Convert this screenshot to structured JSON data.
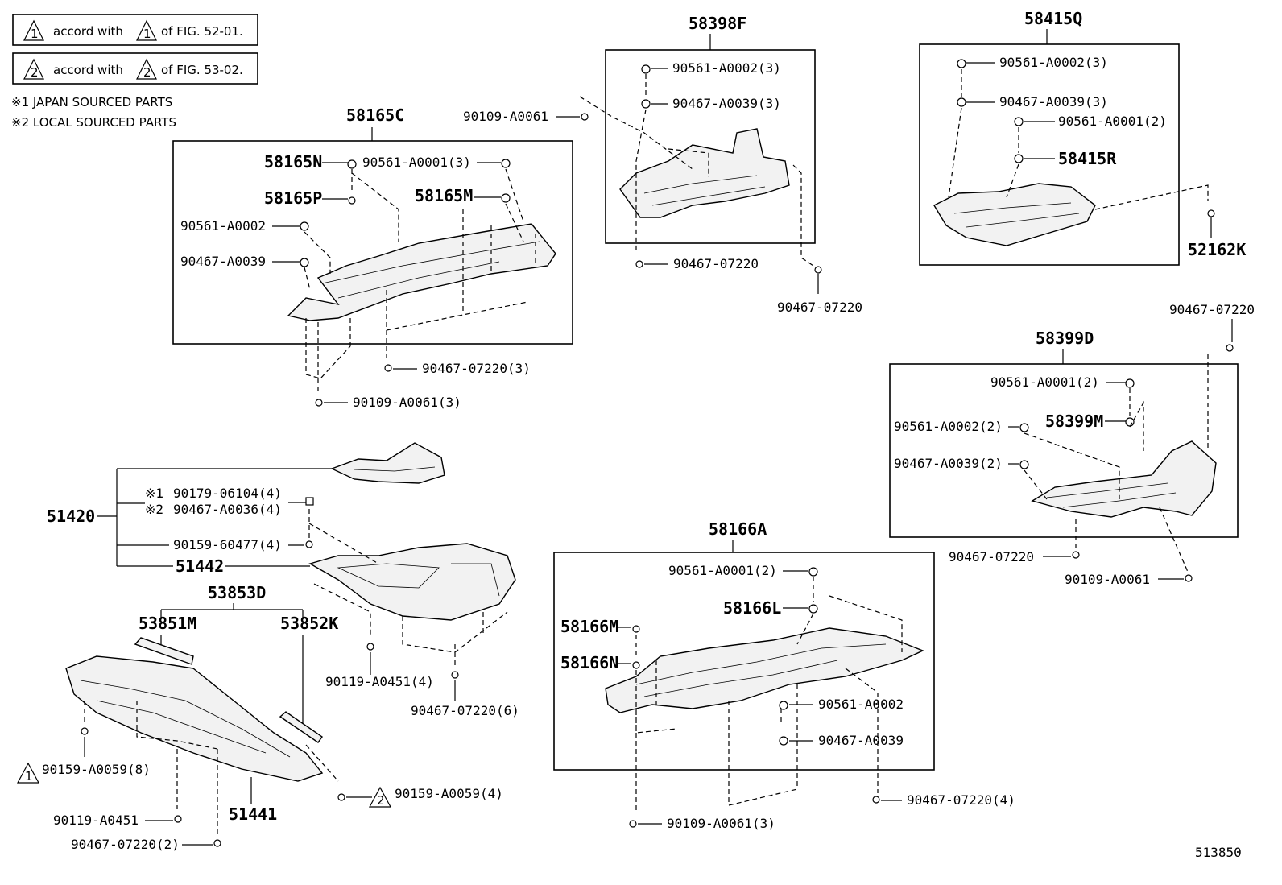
{
  "notes": {
    "legend1_accord": "accord with",
    "legend1_of": "of FIG. 52-01.",
    "legend1_mark": "1",
    "legend2_accord": "accord with",
    "legend2_of": "of FIG. 53-02.",
    "legend2_mark": "2",
    "japan": "※1  JAPAN SOURCED PARTS",
    "local": "※2  LOCAL SOURCED PARTS"
  },
  "groups": {
    "g58165C": "58165C",
    "g58398F": "58398F",
    "g58415Q": "58415Q",
    "g58399D": "58399D",
    "g58166A": "58166A",
    "g53853D": "53853D"
  },
  "parts": {
    "p58165N": "58165N",
    "p58165P": "58165P",
    "p58165M": "58165M",
    "p58415R": "58415R",
    "p52162K": "52162K",
    "p58399M": "58399M",
    "p51420": "51420",
    "p51442": "51442",
    "p53851M": "53851M",
    "p53852K": "53852K",
    "p51441": "51441",
    "p58166L": "58166L",
    "p58166M": "58166M",
    "p58166N": "58166N"
  },
  "fasteners": {
    "f_a": "90561-A0001(3)",
    "f_b": "90561-A0002",
    "f_c": "90467-A0039",
    "f_d": "90467-07220(3)",
    "f_e": "90109-A0061(3)",
    "f_f": "90109-A0061",
    "f_g": "90561-A0002(3)",
    "f_h": "90467-A0039(3)",
    "f_i": "90467-07220",
    "f_j": "90467-07220",
    "f_k": "90561-A0002(3)",
    "f_l": "90467-A0039(3)",
    "f_m": "90561-A0001(2)",
    "f_n": "90467-07220",
    "f_o": "90561-A0001(2)",
    "f_p": "90561-A0002(2)",
    "f_q": "90467-A0039(2)",
    "f_r": "90467-07220",
    "f_s": "90109-A0061",
    "f_t": "90179-06104(4)",
    "f_u": "90467-A0036(4)",
    "f_v": "90159-60477(4)",
    "f_w": "90119-A0451(4)",
    "f_x": "90467-07220(6)",
    "f_y": "90159-A0059(8)",
    "f_z": "90159-A0059(4)",
    "f_aa": "90119-A0451",
    "f_ab": "90467-07220(2)",
    "f_ac": "90561-A0001(2)",
    "f_ad": "90561-A0002",
    "f_ae": "90467-A0039",
    "f_af": "90467-07220(4)",
    "f_ag": "90109-A0061(3)",
    "mark1": "※1",
    "mark2": "※2",
    "tri1": "1",
    "tri2": "2"
  },
  "figure_id": "513850"
}
